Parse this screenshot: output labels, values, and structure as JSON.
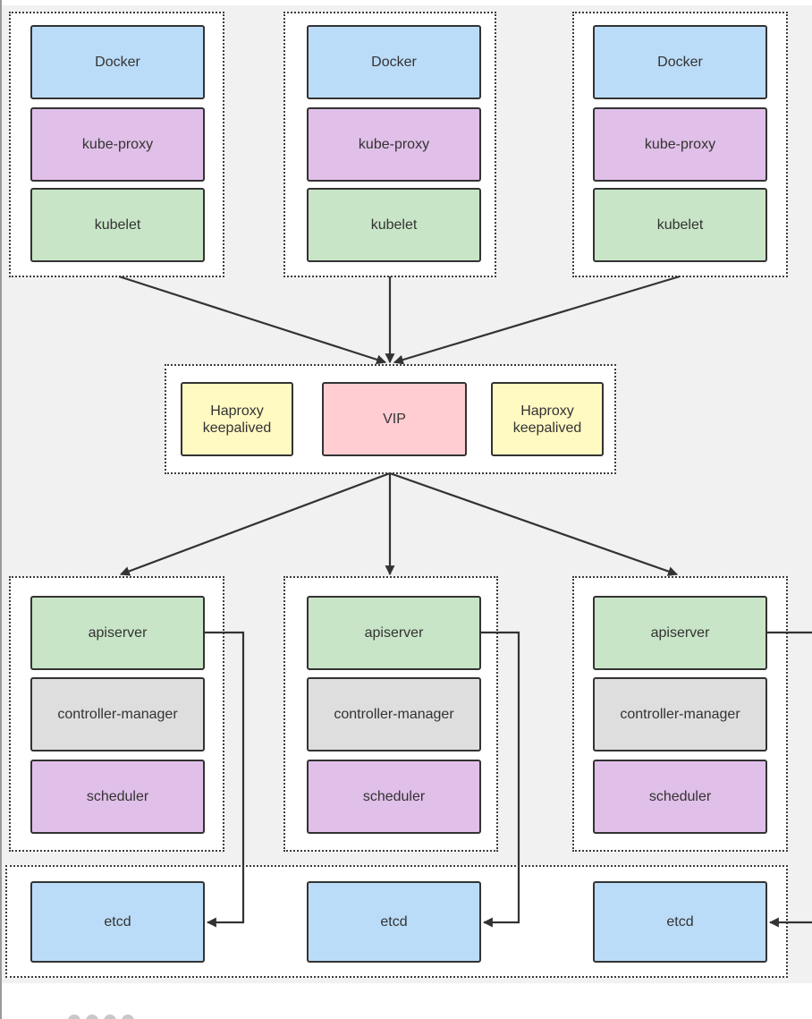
{
  "diagram": {
    "worker_nodes": [
      {
        "docker": "Docker",
        "kube_proxy": "kube-proxy",
        "kubelet": "kubelet"
      },
      {
        "docker": "Docker",
        "kube_proxy": "kube-proxy",
        "kubelet": "kubelet"
      },
      {
        "docker": "Docker",
        "kube_proxy": "kube-proxy",
        "kubelet": "kubelet"
      }
    ],
    "load_balancer": {
      "left": "Haproxy\nkeepalived",
      "vip": "VIP",
      "right": "Haproxy\nkeepalived"
    },
    "master_nodes": [
      {
        "apiserver": "apiserver",
        "controller_manager": "controller-manager",
        "scheduler": "scheduler"
      },
      {
        "apiserver": "apiserver",
        "controller_manager": "controller-manager",
        "scheduler": "scheduler"
      },
      {
        "apiserver": "apiserver",
        "controller_manager": "controller-manager",
        "scheduler": "scheduler"
      }
    ],
    "etcd": [
      "etcd",
      "etcd",
      "etcd"
    ],
    "colors": {
      "background": "#f1f1f1",
      "blue": "#bbdcf8",
      "purple": "#e0bfe8",
      "green": "#c8e5c7",
      "gray": "#dedede",
      "yellow": "#fff9c2",
      "pink": "#ffcdd2",
      "stroke": "#333333"
    }
  }
}
